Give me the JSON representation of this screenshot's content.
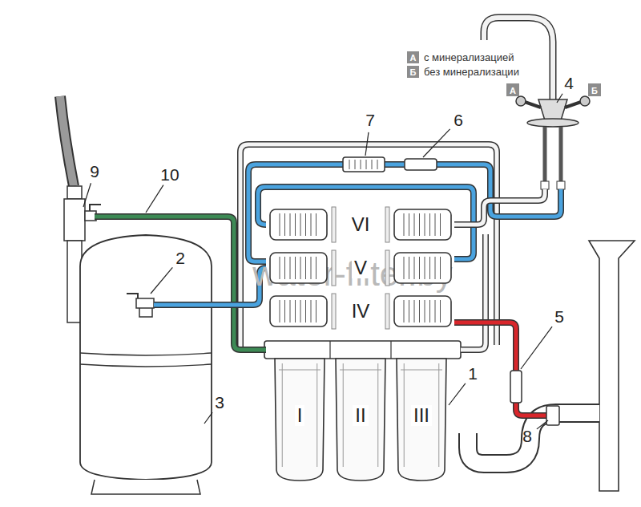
{
  "diagram": {
    "nodes": [
      {
        "text": [
          "VI"
        ]
      },
      {
        "text": [
          "V"
        ]
      },
      {
        "text": [
          "IV"
        ]
      },
      {
        "text": [
          "I"
        ]
      },
      {
        "text": [
          "II"
        ]
      },
      {
        "text": [
          "III"
        ]
      }
    ],
    "labels": [
      "А",
      "Б",
      "А",
      "Б",
      "1",
      "2",
      "3",
      "4",
      "5",
      "6",
      "7",
      "8",
      "9",
      "10",
      "water-filter.by"
    ],
    "legend": [
      {
        "text": "с минерализацией",
        "color": "#8c8c8c"
      },
      {
        "text": "без минерализации",
        "color": "#8c8c8c"
      }
    ]
  }
}
